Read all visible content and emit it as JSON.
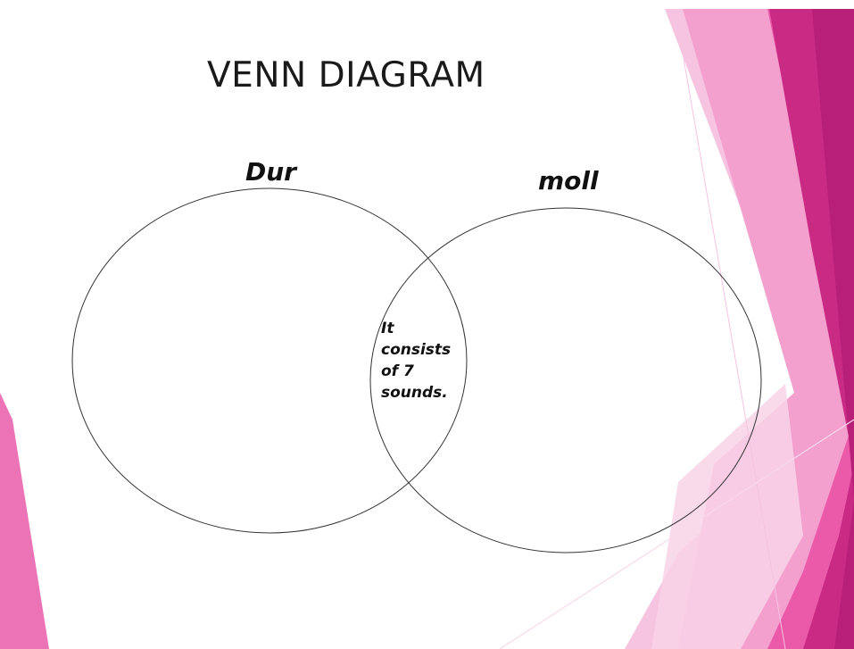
{
  "slide": {
    "title": "VENN DIAGRAM"
  },
  "venn": {
    "set_a_label": "Dur",
    "set_b_label": "moll",
    "intersection_lines": [
      "It",
      "consists",
      "of 7",
      "sounds."
    ]
  },
  "theme": {
    "accent_light": "#f4a9d3",
    "accent_mid": "#e85aa8",
    "accent_dark": "#c1247a",
    "outline": "#333333"
  }
}
